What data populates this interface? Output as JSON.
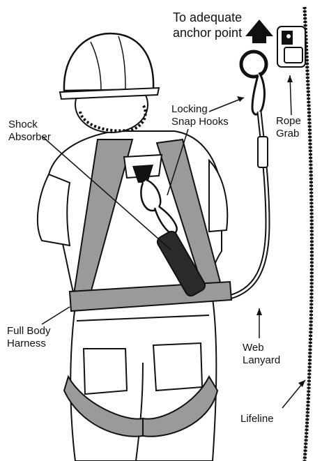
{
  "labels": {
    "anchor": [
      "To adequate",
      "anchor point"
    ],
    "snap_hooks": [
      "Locking",
      "Snap Hooks"
    ],
    "shock_absorber": [
      "Shock",
      "Absorber"
    ],
    "rope_grab": [
      "Rope",
      "Grab"
    ],
    "harness": [
      "Full Body",
      "Harness"
    ],
    "web_lanyard": [
      "Web",
      "Lanyard"
    ],
    "lifeline": "Lifeline"
  },
  "colors": {
    "ink": "#111111",
    "strap": "#9a9a9a",
    "absorber": "#2a2a2a",
    "paper": "#ffffff"
  }
}
